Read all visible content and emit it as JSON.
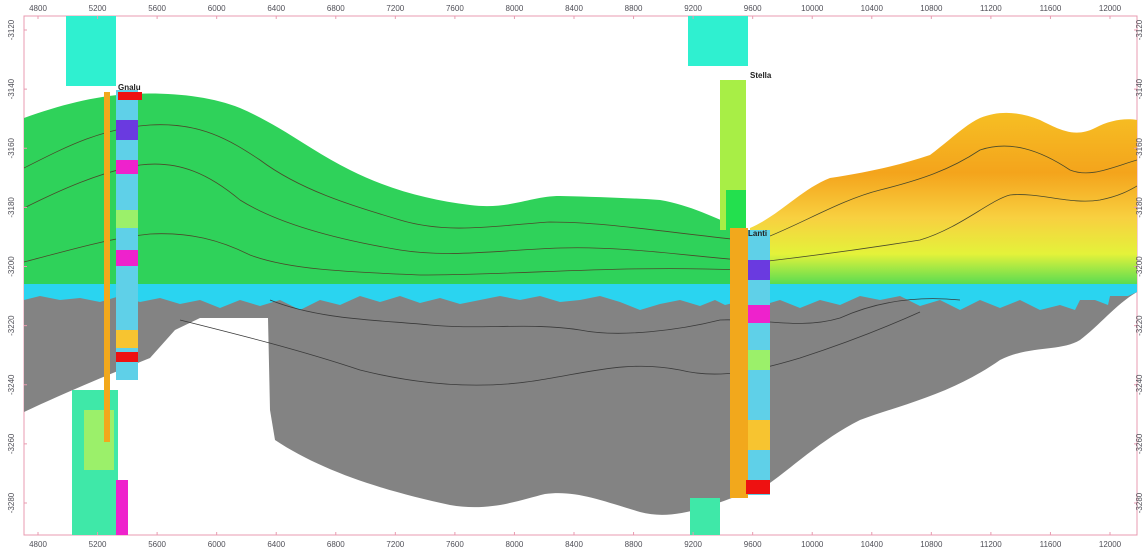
{
  "section": {
    "x_ticks": [
      "4800",
      "5200",
      "5600",
      "6000",
      "6400",
      "6800",
      "7200",
      "7600",
      "8000",
      "8400",
      "8800",
      "9200",
      "9600",
      "10000",
      "10400",
      "10800",
      "11200",
      "11600",
      "12000"
    ],
    "y_ticks_left": [
      "-3120",
      "-3140",
      "-3160",
      "-3180",
      "-3200",
      "-3220",
      "-3240",
      "-3260",
      "-3280"
    ],
    "y_ticks_right": [
      "-3120",
      "-3140",
      "-3160",
      "-3180",
      "-3200",
      "-3220",
      "-3240",
      "-3260",
      "-3280"
    ],
    "wells": [
      {
        "name": "Gnalu"
      },
      {
        "name": "Stella"
      },
      {
        "name": "Lanti"
      }
    ],
    "colors": {
      "frame": "#e89bb0",
      "upper_zone": [
        "#f2a81c",
        "#f7c430",
        "#fae34a",
        "#d9ef3c",
        "#7fe03a",
        "#33d657"
      ],
      "water_band": "#2ad4f0",
      "basement": "#828282",
      "well_cyan": "#2ff0d0",
      "well_magenta": "#ee22cc",
      "well_red": "#ee1111"
    }
  }
}
